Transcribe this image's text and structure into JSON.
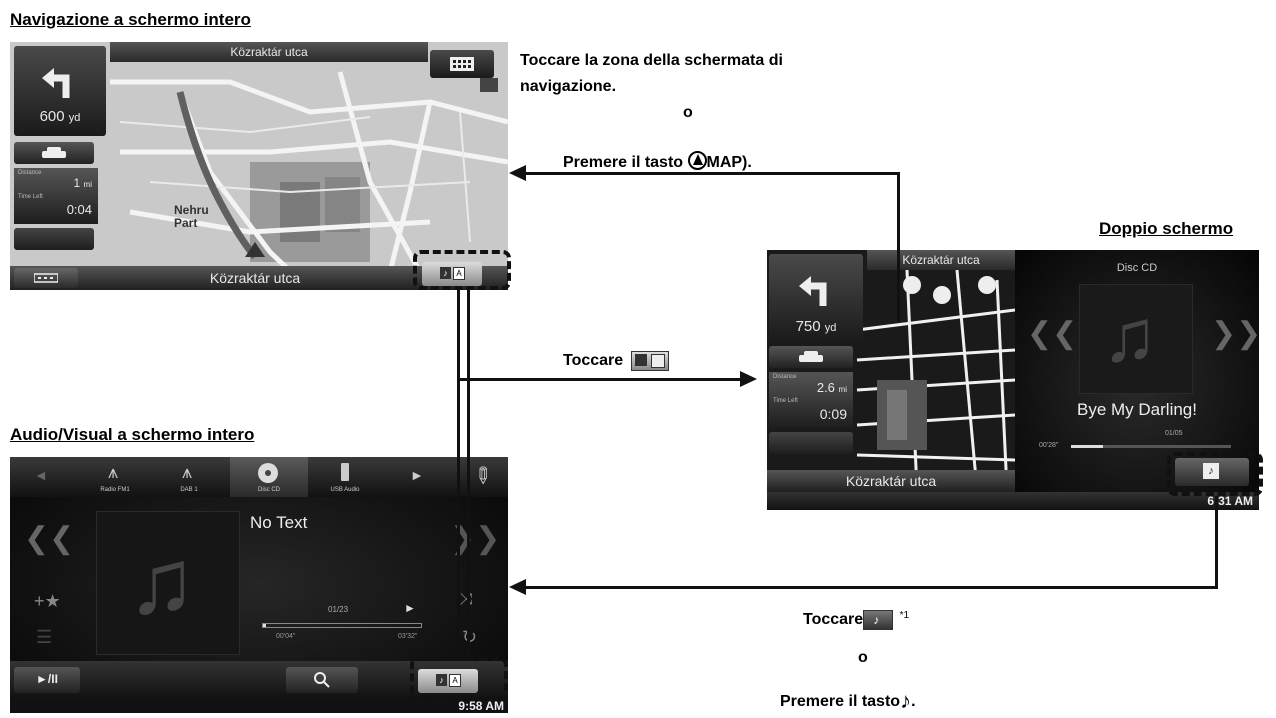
{
  "headings": {
    "nav_full": "Navigazione a schermo intero",
    "dual": "Doppio schermo",
    "av_full": "Audio/Visual a schermo intero"
  },
  "instructions": {
    "nav_line1": "Toccare la zona della schermata di",
    "nav_line2": "navigazione.",
    "or1": "o",
    "map_prefix": "Premere il tasto ",
    "map_suffix": "MAP).",
    "tap_label": "Toccare",
    "tap2_label": "Toccare",
    "footnote": "*1",
    "or2": "o",
    "music_prefix": "Premere il tasto"
  },
  "nav_screen": {
    "street_top": "Közraktár utca",
    "distance": "600",
    "distance_unit": "yd",
    "distance_label": "Distance",
    "distance_value": "1",
    "distance_value_unit": "mi",
    "time_label": "Time Left",
    "time_value": "0:04",
    "poi": "Nehru Part",
    "street_bottom": "Közraktár utca"
  },
  "dual_screen": {
    "street_top": "Közraktár utca",
    "distance": "750",
    "distance_unit": "yd",
    "distance_label": "Distance",
    "distance_value": "2.6",
    "distance_value_unit": "mi",
    "time_label": "Time Left",
    "time_value": "0:09",
    "street_bottom": "Közraktár utca",
    "source": "Disc CD",
    "track_title": "Bye My Darling!",
    "track_number": "01/05",
    "elapsed": "00'28\"",
    "clock": "6:31 AM"
  },
  "av_screen": {
    "tabs": [
      "Radio FM1",
      "DAB 1",
      "Disc CD",
      "USB Audio"
    ],
    "track_title": "No Text",
    "track_number": "01/23",
    "elapsed": "00'04\"",
    "total": "03'32\"",
    "play_pause": "►/II",
    "clock": "9:58 AM"
  }
}
